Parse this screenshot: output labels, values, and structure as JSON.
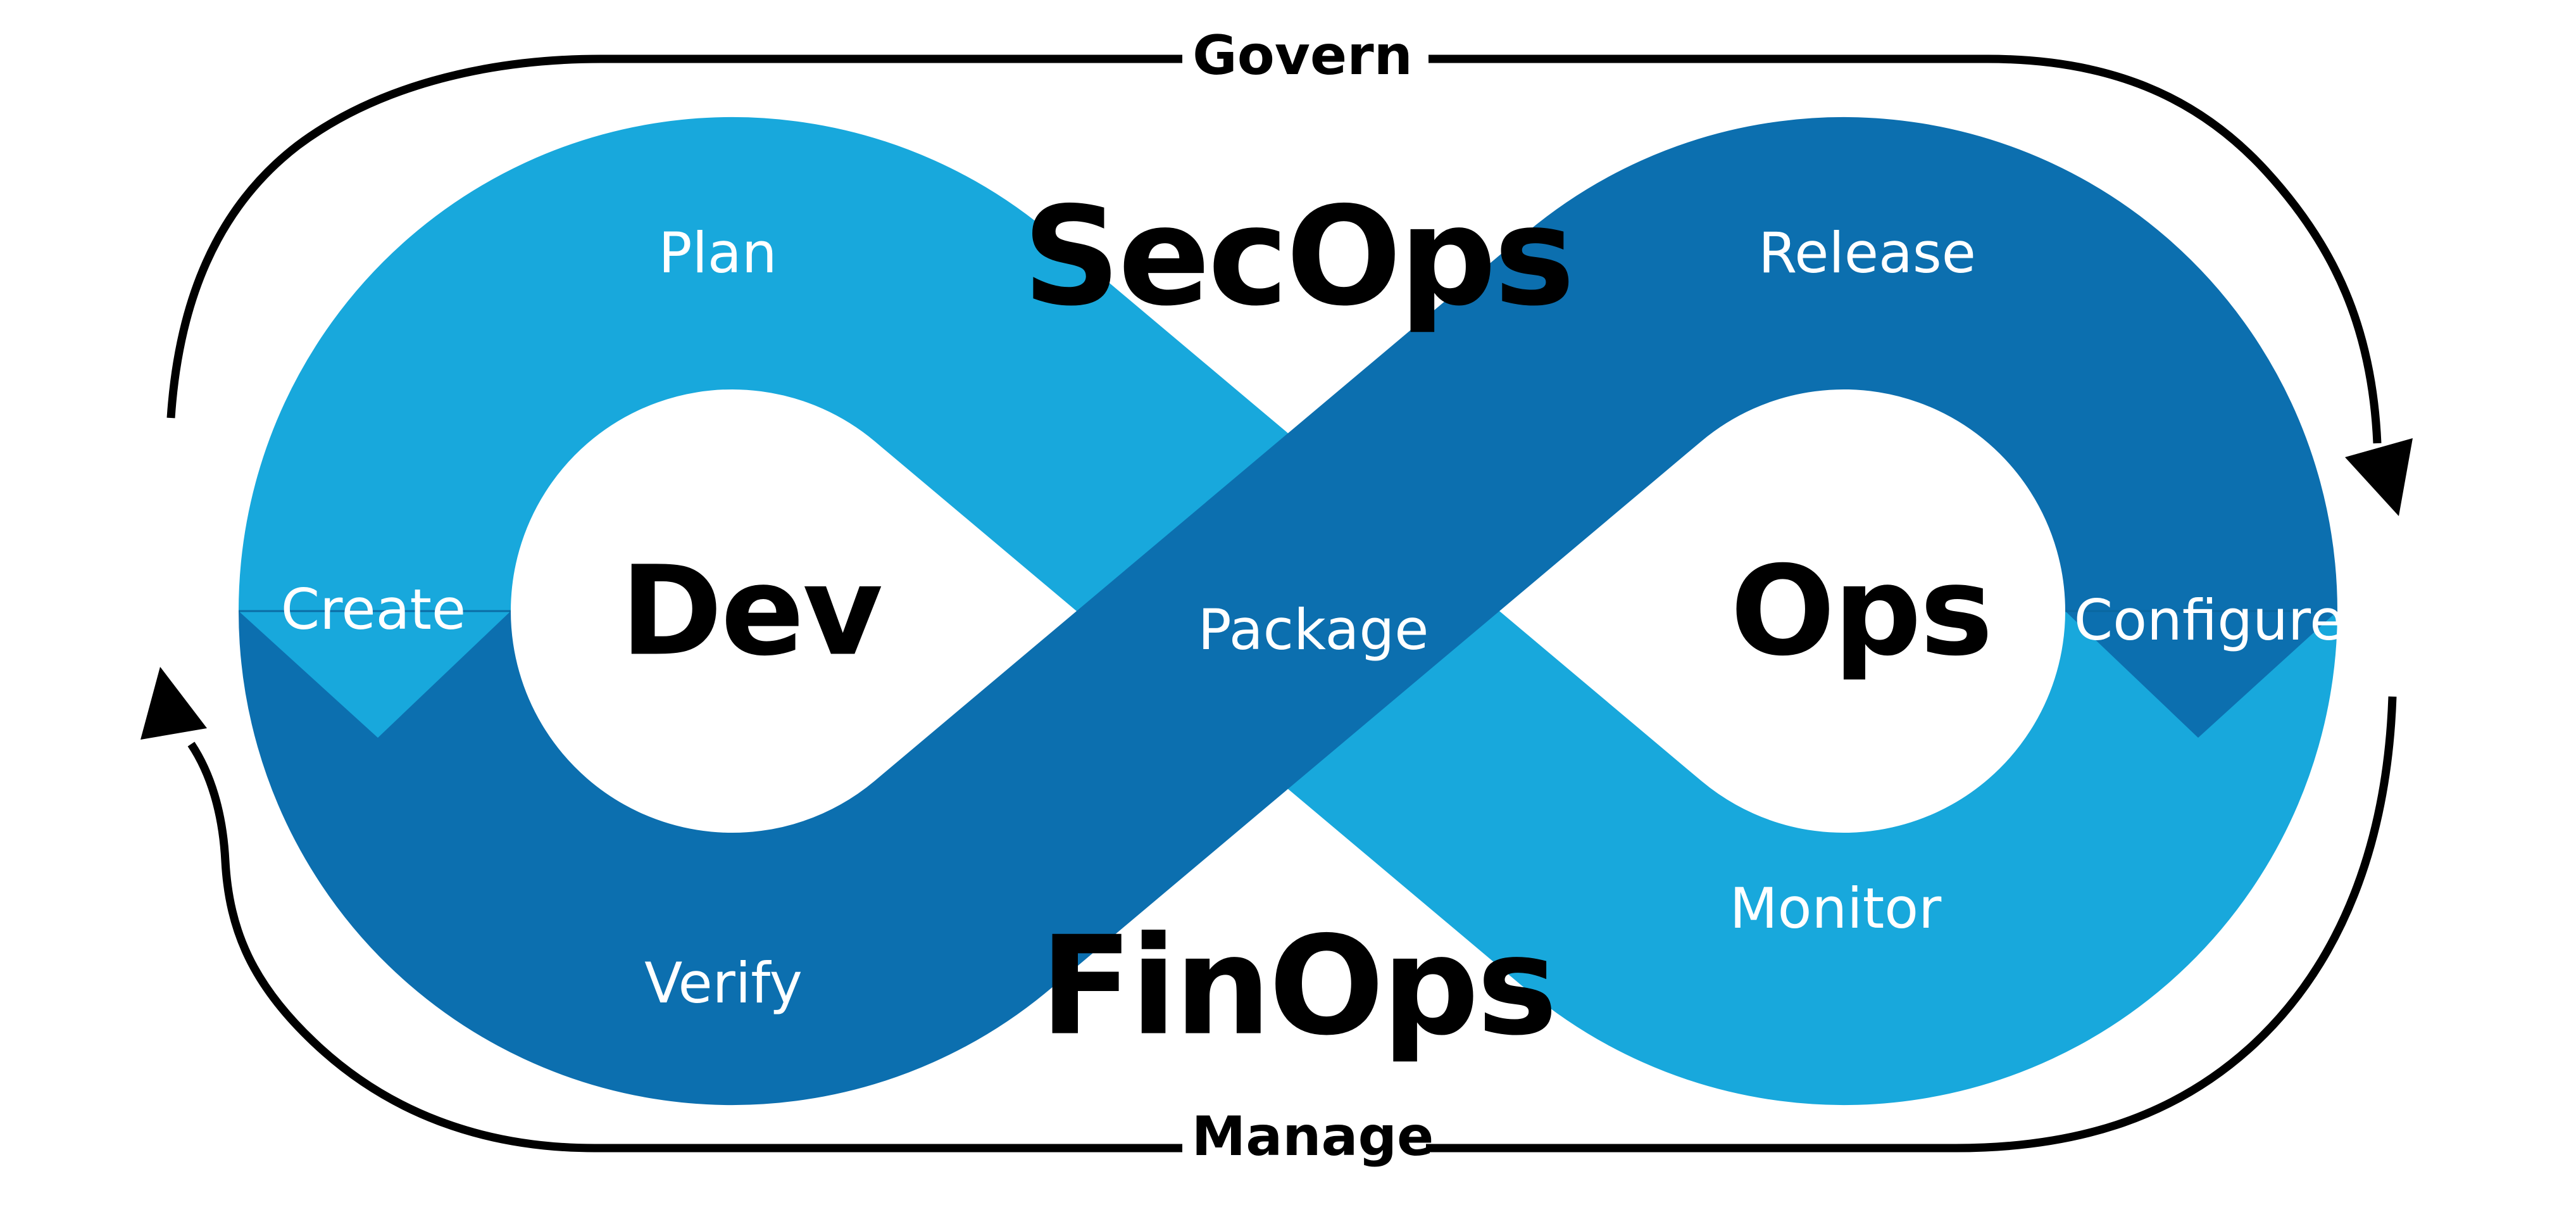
{
  "diagram": {
    "outer_cycle": {
      "top_label": "Govern",
      "bottom_label": "Manage"
    },
    "cross_labels": {
      "top": "SecOps",
      "bottom": "FinOps"
    },
    "loops": {
      "left": "Dev",
      "right": "Ops"
    },
    "stages": {
      "plan": "Plan",
      "create": "Create",
      "verify": "Verify",
      "package": "Package",
      "release": "Release",
      "configure": "Configure",
      "monitor": "Monitor"
    },
    "colors": {
      "light_blue": "#18A8DC",
      "dark_blue": "#0C6FAF",
      "seam_blue": "#0A67A0",
      "outline_black": "#000000",
      "stage_text_white": "#FFFFFF"
    }
  }
}
